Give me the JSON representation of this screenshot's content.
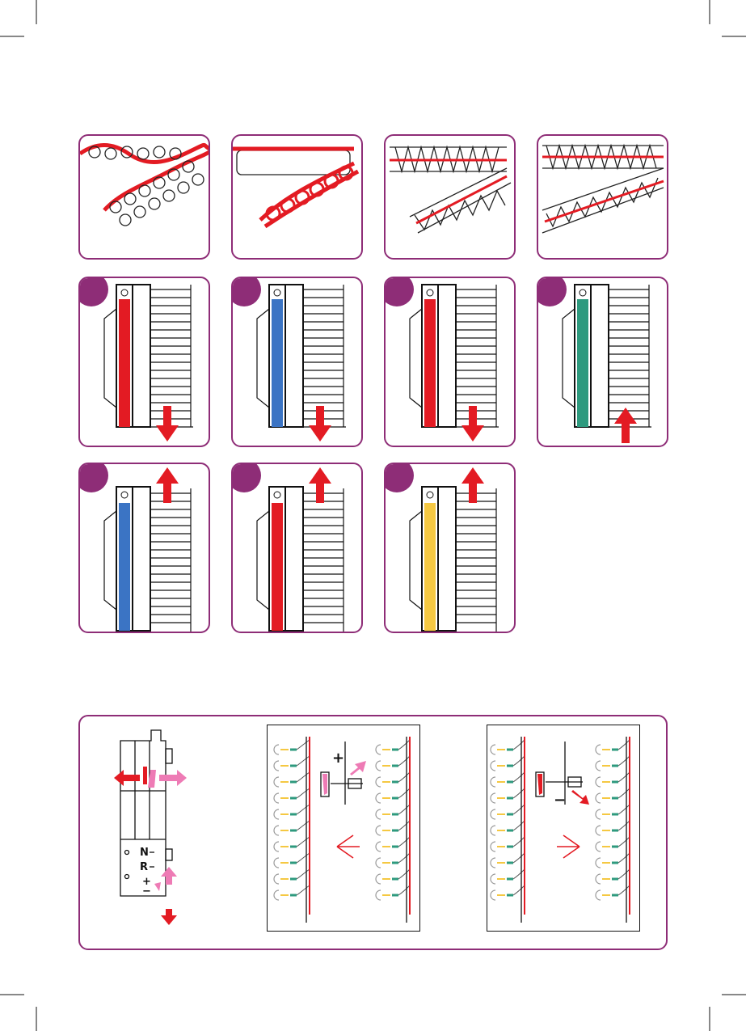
{
  "colors": {
    "frame": "#8e2d77",
    "badge": "#8e2d77",
    "red": "#e31b23",
    "blue": "#3b74c4",
    "green": "#2e9a7e",
    "yellow": "#f5c842",
    "pink": "#ee7bb5",
    "white": "#ffffff",
    "ink": "#111111"
  },
  "stitch_panels": [
    {
      "id": "stitch-1",
      "loop_color": "red",
      "filler": "white"
    },
    {
      "id": "stitch-2",
      "loop_color": "red",
      "filler": "white"
    },
    {
      "id": "stitch-3",
      "loop_color": "white",
      "filler": "red"
    },
    {
      "id": "stitch-4",
      "loop_color": "white",
      "filler": "red"
    }
  ],
  "dial_panels": [
    {
      "id": "dial-1",
      "strip_color": "red",
      "arrow": "down"
    },
    {
      "id": "dial-2",
      "strip_color": "blue",
      "arrow": "down"
    },
    {
      "id": "dial-3",
      "strip_color": "red",
      "arrow": "down"
    },
    {
      "id": "dial-4",
      "strip_color": "green",
      "arrow": "up"
    },
    {
      "id": "dial-5",
      "strip_color": "blue",
      "arrow": "up"
    },
    {
      "id": "dial-6",
      "strip_color": "red",
      "arrow": "up"
    },
    {
      "id": "dial-7",
      "strip_color": "yellow",
      "arrow": "up"
    }
  ],
  "presser_foot": {
    "label_n": "N",
    "label_r": "R",
    "label_plus": "+",
    "label_minus": "−"
  },
  "adjust_plus": {
    "sign": "+",
    "arrow_color": "pink"
  },
  "adjust_minus": {
    "sign": "−",
    "arrow_color": "red"
  }
}
